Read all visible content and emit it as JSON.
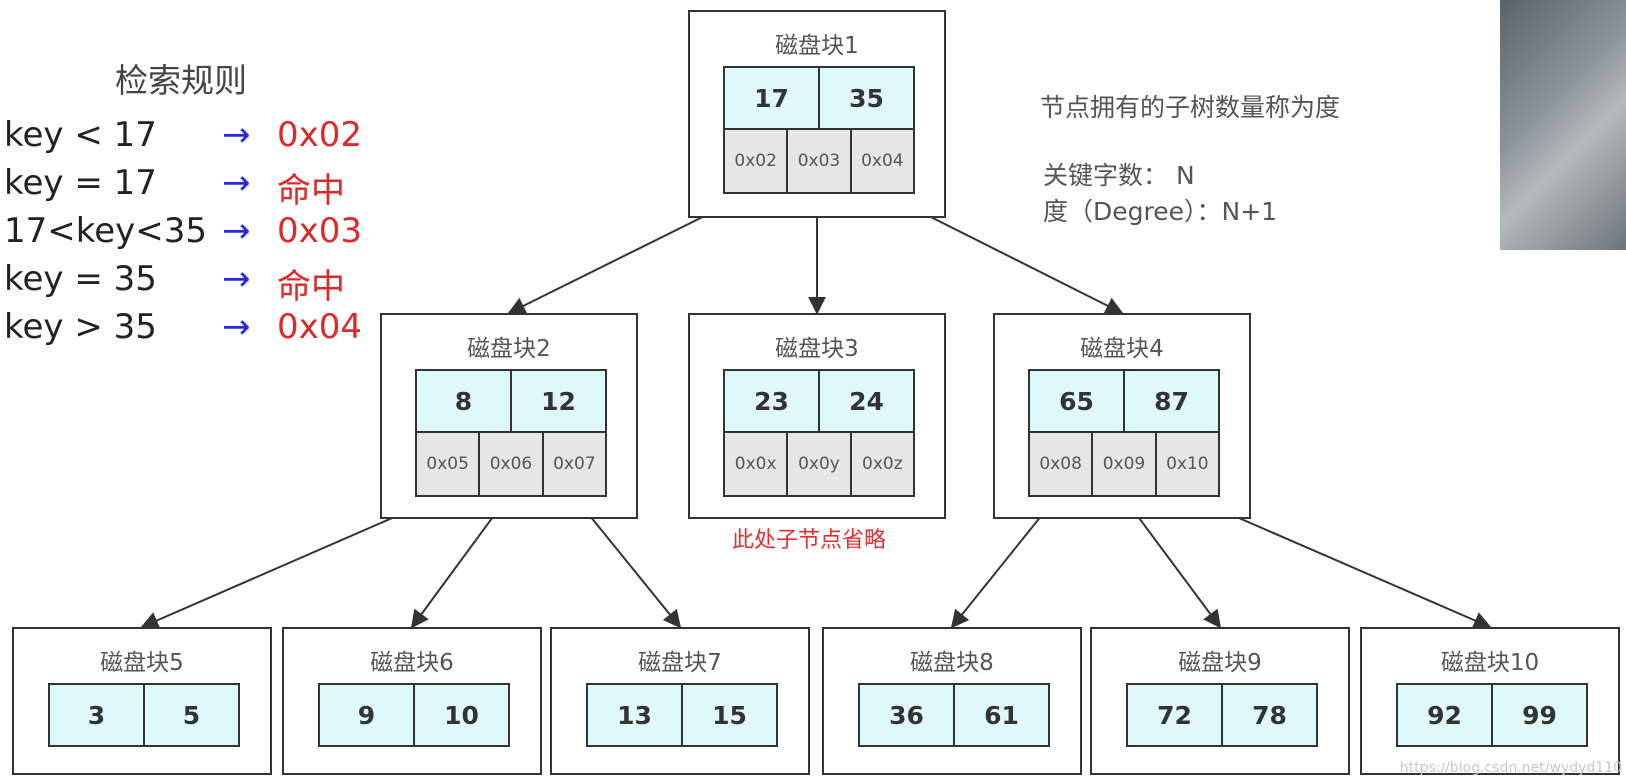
{
  "rules": {
    "title": "检索规则",
    "items": [
      {
        "key": "key < 17",
        "arrow": "→",
        "result": "0x02"
      },
      {
        "key": "key = 17",
        "arrow": "→",
        "result": "命中"
      },
      {
        "key": "17<key<35",
        "arrow": "→",
        "result": "0x03"
      },
      {
        "key": "key = 35",
        "arrow": "→",
        "result": "命中"
      },
      {
        "key": "key > 35",
        "arrow": "→",
        "result": "0x04"
      }
    ]
  },
  "notes": {
    "degree_def": "节点拥有的子树数量称为度",
    "keys_count": "关键字数： N",
    "degree": "度（Degree）：N+1"
  },
  "omitted_note": "此处子节点省略",
  "watermark": "https://blog.csdn.net/wydyd110",
  "colors": {
    "key_bg": "#dff8fb",
    "ptr_bg": "#e6e6e6",
    "arrow_blue": "#2b2bd6",
    "accent_red": "#e02828"
  },
  "blocks": [
    {
      "title": "磁盘块1",
      "keys": [
        "17",
        "35"
      ],
      "ptrs": [
        "0x02",
        "0x03",
        "0x04"
      ]
    },
    {
      "title": "磁盘块2",
      "keys": [
        "8",
        "12"
      ],
      "ptrs": [
        "0x05",
        "0x06",
        "0x07"
      ]
    },
    {
      "title": "磁盘块3",
      "keys": [
        "23",
        "24"
      ],
      "ptrs": [
        "0x0x",
        "0x0y",
        "0x0z"
      ]
    },
    {
      "title": "磁盘块4",
      "keys": [
        "65",
        "87"
      ],
      "ptrs": [
        "0x08",
        "0x09",
        "0x10"
      ]
    },
    {
      "title": "磁盘块5",
      "keys": [
        "3",
        "5"
      ]
    },
    {
      "title": "磁盘块6",
      "keys": [
        "9",
        "10"
      ]
    },
    {
      "title": "磁盘块7",
      "keys": [
        "13",
        "15"
      ]
    },
    {
      "title": "磁盘块8",
      "keys": [
        "36",
        "61"
      ]
    },
    {
      "title": "磁盘块9",
      "keys": [
        "72",
        "78"
      ]
    },
    {
      "title": "磁盘块10",
      "keys": [
        "92",
        "99"
      ]
    }
  ],
  "edges": [
    {
      "from": 0,
      "ptr": 0,
      "to": 1
    },
    {
      "from": 0,
      "ptr": 1,
      "to": 2
    },
    {
      "from": 0,
      "ptr": 2,
      "to": 3
    },
    {
      "from": 1,
      "ptr": 0,
      "to": 4
    },
    {
      "from": 1,
      "ptr": 1,
      "to": 5
    },
    {
      "from": 1,
      "ptr": 2,
      "to": 6
    },
    {
      "from": 3,
      "ptr": 0,
      "to": 7
    },
    {
      "from": 3,
      "ptr": 1,
      "to": 8
    },
    {
      "from": 3,
      "ptr": 2,
      "to": 9
    }
  ]
}
